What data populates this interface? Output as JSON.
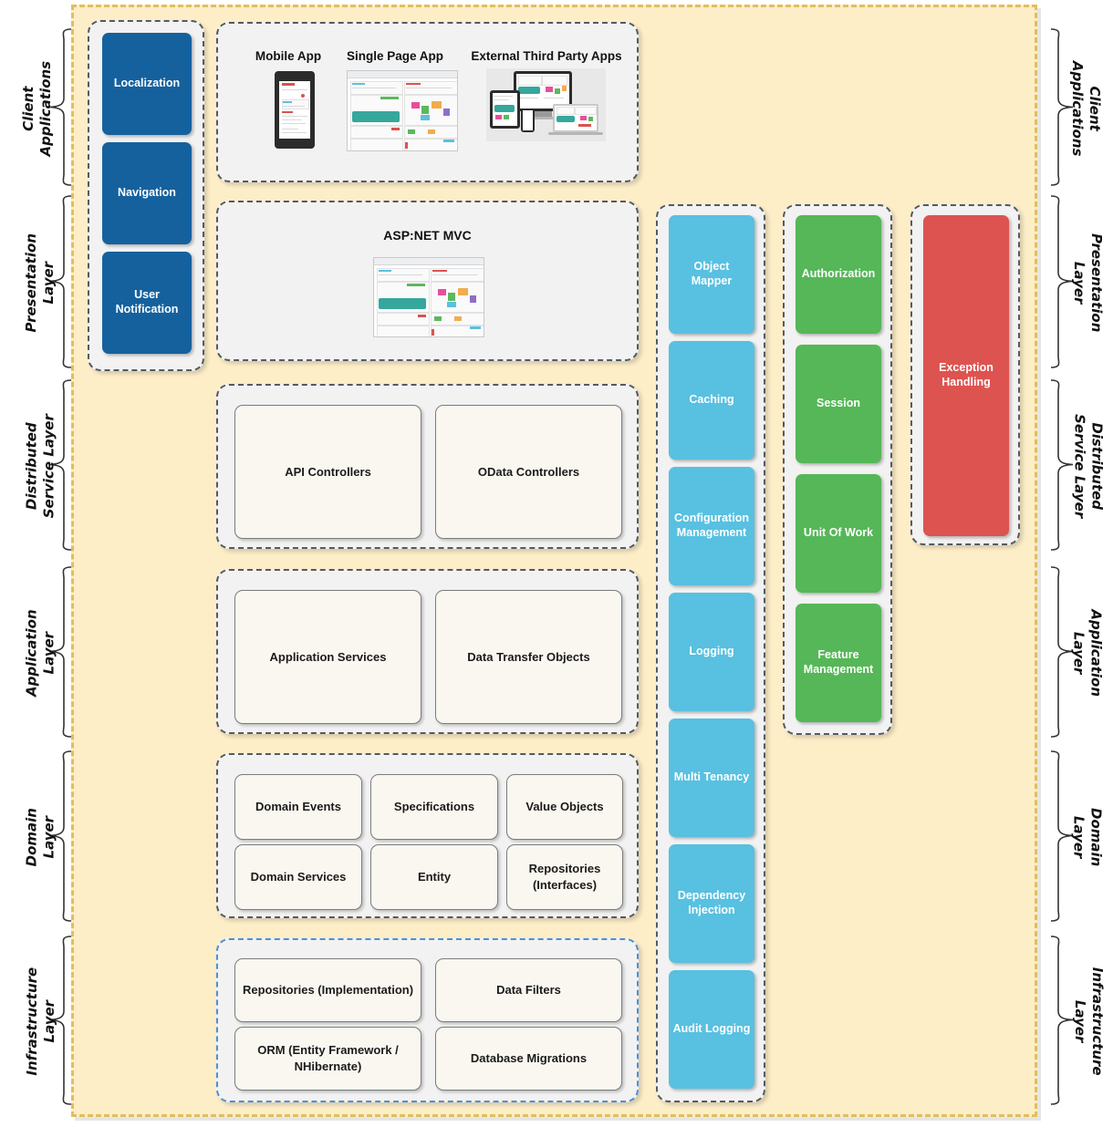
{
  "diagram": {
    "title": "Layered Application Architecture",
    "panel_color": "#fdeec8",
    "panel_border_color": "#e0bf5c"
  },
  "layer_labels": [
    {
      "id": "client-applications",
      "text": "Client\nApplications"
    },
    {
      "id": "presentation-layer",
      "text": "Presentation\nLayer"
    },
    {
      "id": "distributed-service-layer",
      "text": "Distributed\nService Layer"
    },
    {
      "id": "application-layer",
      "text": "Application\nLayer"
    },
    {
      "id": "domain-layer",
      "text": "Domain\nLayer"
    },
    {
      "id": "infrastructure-layer",
      "text": "Infrastructure\nLayer"
    }
  ],
  "cross_cutting_sidebar": {
    "color": "#15619e",
    "items": [
      {
        "label": "Localization"
      },
      {
        "label": "Navigation"
      },
      {
        "label": "User\nNotification"
      }
    ]
  },
  "client_applications": {
    "items": [
      {
        "caption": "Mobile App",
        "art": "phone-mockup"
      },
      {
        "caption": "Single Page App",
        "art": "browser-dashboard-mockup"
      },
      {
        "caption": "External Third Party Apps",
        "art": "multi-device-mockup"
      }
    ]
  },
  "presentation": {
    "title": "ASP:NET MVC",
    "art": "browser-dashboard-mockup"
  },
  "distributed_service_layer": {
    "boxes": [
      {
        "label": "API Controllers"
      },
      {
        "label": "OData Controllers"
      }
    ]
  },
  "application_layer": {
    "boxes": [
      {
        "label": "Application Services"
      },
      {
        "label": "Data Transfer Objects"
      }
    ]
  },
  "domain_layer": {
    "boxes": [
      {
        "label": "Domain Events"
      },
      {
        "label": "Specifications"
      },
      {
        "label": "Value Objects"
      },
      {
        "label": "Domain Services"
      },
      {
        "label": "Entity"
      },
      {
        "label": "Repositories\n(Interfaces)"
      }
    ]
  },
  "infrastructure_layer": {
    "highlight_border_color": "#4a90d9",
    "boxes": [
      {
        "label": "Repositories (Implementation)"
      },
      {
        "label": "Data Filters"
      },
      {
        "label": "ORM (Entity Framework /\nNHibernate)"
      },
      {
        "label": "Database Migrations"
      }
    ]
  },
  "cyan_column": {
    "color": "#58c0e0",
    "items": [
      {
        "label": "Object Mapper"
      },
      {
        "label": "Caching"
      },
      {
        "label": "Configuration\nManagement"
      },
      {
        "label": "Logging"
      },
      {
        "label": "Multi Tenancy"
      },
      {
        "label": "Dependency\nInjection"
      },
      {
        "label": "Audit Logging"
      }
    ]
  },
  "green_column": {
    "color": "#55b757",
    "items": [
      {
        "label": "Authorization"
      },
      {
        "label": "Session"
      },
      {
        "label": "Unit Of Work"
      },
      {
        "label": "Feature\nManagement"
      }
    ]
  },
  "red_column": {
    "color": "#dd5350",
    "items": [
      {
        "label": "Exception\nHandling"
      }
    ]
  }
}
